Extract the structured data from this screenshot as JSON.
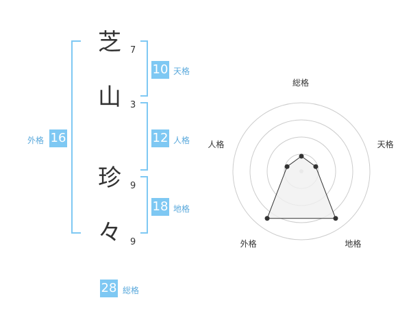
{
  "name": {
    "chars": [
      {
        "char": "芝",
        "strokes": "7"
      },
      {
        "char": "山",
        "strokes": "3"
      },
      {
        "char": "珍",
        "strokes": "9"
      },
      {
        "char": "々",
        "strokes": "9"
      }
    ]
  },
  "scores": {
    "tenkaku": {
      "value": "10",
      "label": "天格"
    },
    "jinkaku": {
      "value": "12",
      "label": "人格"
    },
    "chikaku": {
      "value": "18",
      "label": "地格"
    },
    "gaikaku": {
      "value": "16",
      "label": "外格"
    },
    "soukaku": {
      "value": "28",
      "label": "総格"
    }
  },
  "radar": {
    "axes": [
      "総格",
      "天格",
      "地格",
      "外格",
      "人格"
    ],
    "levels": 4,
    "values": [
      0.22,
      0.22,
      0.85,
      0.85,
      0.22
    ],
    "colors": {
      "ring": "#cccccc",
      "fill": "#f0f0f0",
      "line": "#333333",
      "dot": "#333333"
    }
  },
  "colors": {
    "accent": "#7ec8f3",
    "accent_text": "#5aa9dc",
    "bracket": "#7ec8f3"
  }
}
